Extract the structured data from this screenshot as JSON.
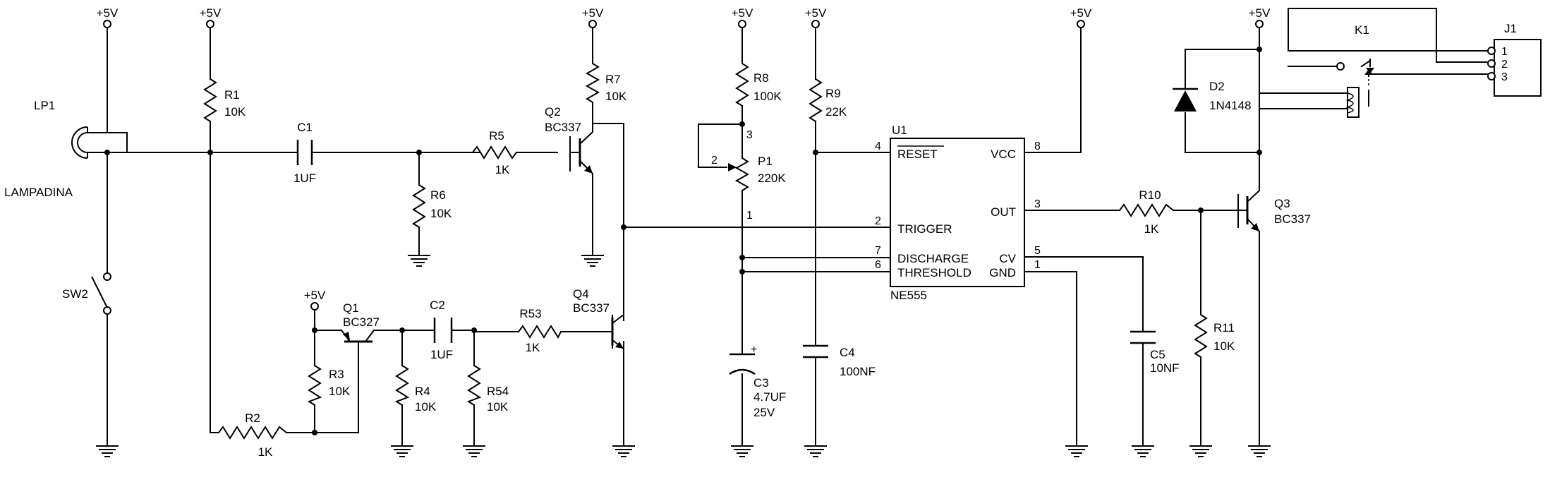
{
  "supply_label": "+5V",
  "components": {
    "lp1": {
      "ref": "LP1",
      "value": "LAMPADINA"
    },
    "sw2": {
      "ref": "SW2"
    },
    "r1": {
      "ref": "R1",
      "value": "10K"
    },
    "r2": {
      "ref": "R2",
      "value": "1K"
    },
    "r3": {
      "ref": "R3",
      "value": "10K"
    },
    "r4": {
      "ref": "R4",
      "value": "10K"
    },
    "r5": {
      "ref": "R5",
      "value": "1K"
    },
    "r6": {
      "ref": "R6",
      "value": "10K"
    },
    "r7": {
      "ref": "R7",
      "value": "10K"
    },
    "r8": {
      "ref": "R8",
      "value": "100K"
    },
    "r9": {
      "ref": "R9",
      "value": "22K"
    },
    "r10": {
      "ref": "R10",
      "value": "1K"
    },
    "r11": {
      "ref": "R11",
      "value": "10K"
    },
    "r53": {
      "ref": "R53",
      "value": "1K"
    },
    "r54": {
      "ref": "R54",
      "value": "10K"
    },
    "c1": {
      "ref": "C1",
      "value": "1UF"
    },
    "c2": {
      "ref": "C2",
      "value": "1UF"
    },
    "c3": {
      "ref": "C3",
      "value": "4.7UF",
      "voltage": "25V",
      "polarity": "+"
    },
    "c4": {
      "ref": "C4",
      "value": "100NF"
    },
    "c5": {
      "ref": "C5",
      "value": "10NF"
    },
    "q1": {
      "ref": "Q1",
      "value": "BC327"
    },
    "q2": {
      "ref": "Q2",
      "value": "BC337"
    },
    "q3": {
      "ref": "Q3",
      "value": "BC337"
    },
    "q4": {
      "ref": "Q4",
      "value": "BC337"
    },
    "p1": {
      "ref": "P1",
      "value": "220K",
      "pins": [
        "3",
        "2",
        "1"
      ]
    },
    "d2": {
      "ref": "D2",
      "value": "1N4148"
    },
    "k1": {
      "ref": "K1"
    },
    "j1": {
      "ref": "J1",
      "pins": [
        "1",
        "2",
        "3"
      ]
    },
    "u1": {
      "ref": "U1",
      "value": "NE555",
      "pins": [
        {
          "num": "4",
          "name": "RESET"
        },
        {
          "num": "8",
          "name": "VCC"
        },
        {
          "num": "2",
          "name": "TRIGGER"
        },
        {
          "num": "3",
          "name": "OUT"
        },
        {
          "num": "7",
          "name": "DISCHARGE"
        },
        {
          "num": "5",
          "name": "CV"
        },
        {
          "num": "6",
          "name": "THRESHOLD"
        },
        {
          "num": "1",
          "name": "GND"
        }
      ]
    }
  }
}
